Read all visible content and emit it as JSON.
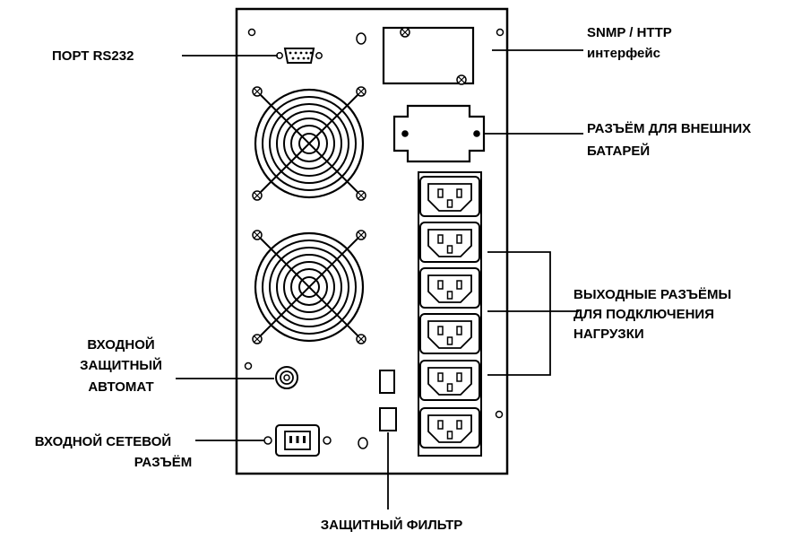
{
  "labels": {
    "rs232": "ПОРТ RS232",
    "snmp_line1": "SNMP / HTTP",
    "snmp_line2": "интерфейс",
    "battery_line1": "РАЗЪЁМ ДЛЯ ВНЕШНИХ",
    "battery_line2": "БАТАРЕЙ",
    "outputs_line1": "ВЫХОДНЫЕ РАЗЪЁМЫ",
    "outputs_line2": "ДЛЯ ПОДКЛЮЧЕНИЯ",
    "outputs_line3": "НАГРУЗКИ",
    "breaker_line1": "ВХОДНОЙ",
    "breaker_line2": "ЗАЩИТНЫЙ",
    "breaker_line3": "АВТОМАТ",
    "input_line1": "ВХОДНОЙ СЕТЕВОЙ",
    "input_line2": "РАЗЪЁМ",
    "filter": "ЗАЩИТНЫЙ ФИЛЬТР"
  },
  "components": {
    "output_socket_count": 6,
    "fan_count": 2
  },
  "colors": {
    "line": "#000000",
    "background": "#ffffff"
  }
}
